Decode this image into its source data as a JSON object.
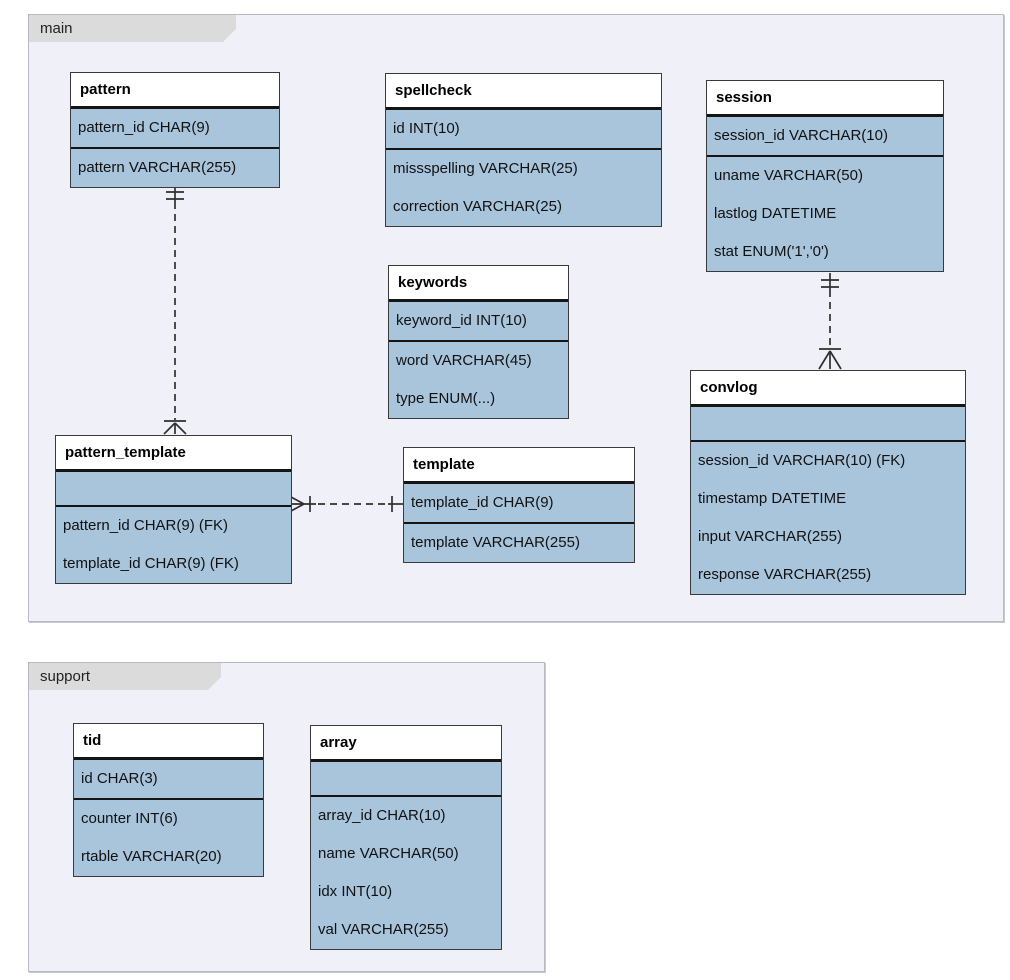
{
  "groups": {
    "main": {
      "label": "main"
    },
    "support": {
      "label": "support"
    }
  },
  "entities": {
    "pattern": {
      "title": "pattern",
      "pk": [
        "pattern_id CHAR(9)"
      ],
      "attrs": [
        "pattern VARCHAR(255)"
      ]
    },
    "spellcheck": {
      "title": "spellcheck",
      "pk": [
        "id INT(10)"
      ],
      "attrs": [
        "missspelling VARCHAR(25)",
        "correction VARCHAR(25)"
      ]
    },
    "session": {
      "title": "session",
      "pk": [
        "session_id VARCHAR(10)"
      ],
      "attrs": [
        "uname VARCHAR(50)",
        "lastlog DATETIME",
        "stat ENUM('1','0')"
      ]
    },
    "keywords": {
      "title": "keywords",
      "pk": [
        "keyword_id INT(10)"
      ],
      "attrs": [
        "word VARCHAR(45)",
        "type ENUM(...)"
      ]
    },
    "pattern_template": {
      "title": "pattern_template",
      "pk": [
        ""
      ],
      "attrs": [
        "pattern_id CHAR(9) (FK)",
        "template_id CHAR(9) (FK)"
      ]
    },
    "template": {
      "title": "template",
      "pk": [
        "template_id CHAR(9)"
      ],
      "attrs": [
        "template VARCHAR(255)"
      ]
    },
    "convlog": {
      "title": "convlog",
      "pk": [
        ""
      ],
      "attrs": [
        "session_id VARCHAR(10) (FK)",
        "timestamp DATETIME",
        "input VARCHAR(255)",
        "response VARCHAR(255)"
      ]
    },
    "tid": {
      "title": "tid",
      "pk": [
        "id CHAR(3)"
      ],
      "attrs": [
        "counter INT(6)",
        "rtable VARCHAR(20)"
      ]
    },
    "array": {
      "title": "array",
      "pk": [
        ""
      ],
      "attrs": [
        "array_id CHAR(10)",
        "name VARCHAR(50)",
        "idx INT(10)",
        "val VARCHAR(255)"
      ]
    }
  },
  "relationships": [
    {
      "from": "pattern",
      "from_cardinality": "one",
      "to": "pattern_template",
      "to_cardinality": "many",
      "line": "dashed"
    },
    {
      "from": "session",
      "from_cardinality": "one",
      "to": "convlog",
      "to_cardinality": "many",
      "line": "dashed"
    },
    {
      "from": "template",
      "from_cardinality": "one",
      "to": "pattern_template",
      "to_cardinality": "many",
      "line": "dashed"
    }
  ],
  "colors": {
    "row_fill": "#a8c5dc",
    "header_fill": "#ffffff",
    "table_border": "#3a3a3a",
    "group_fill": "#f0f0f8",
    "group_border": "#b9b9c6",
    "tab_fill": "#dbdbdb",
    "line": "#2f2f2f",
    "text": "#111111"
  }
}
